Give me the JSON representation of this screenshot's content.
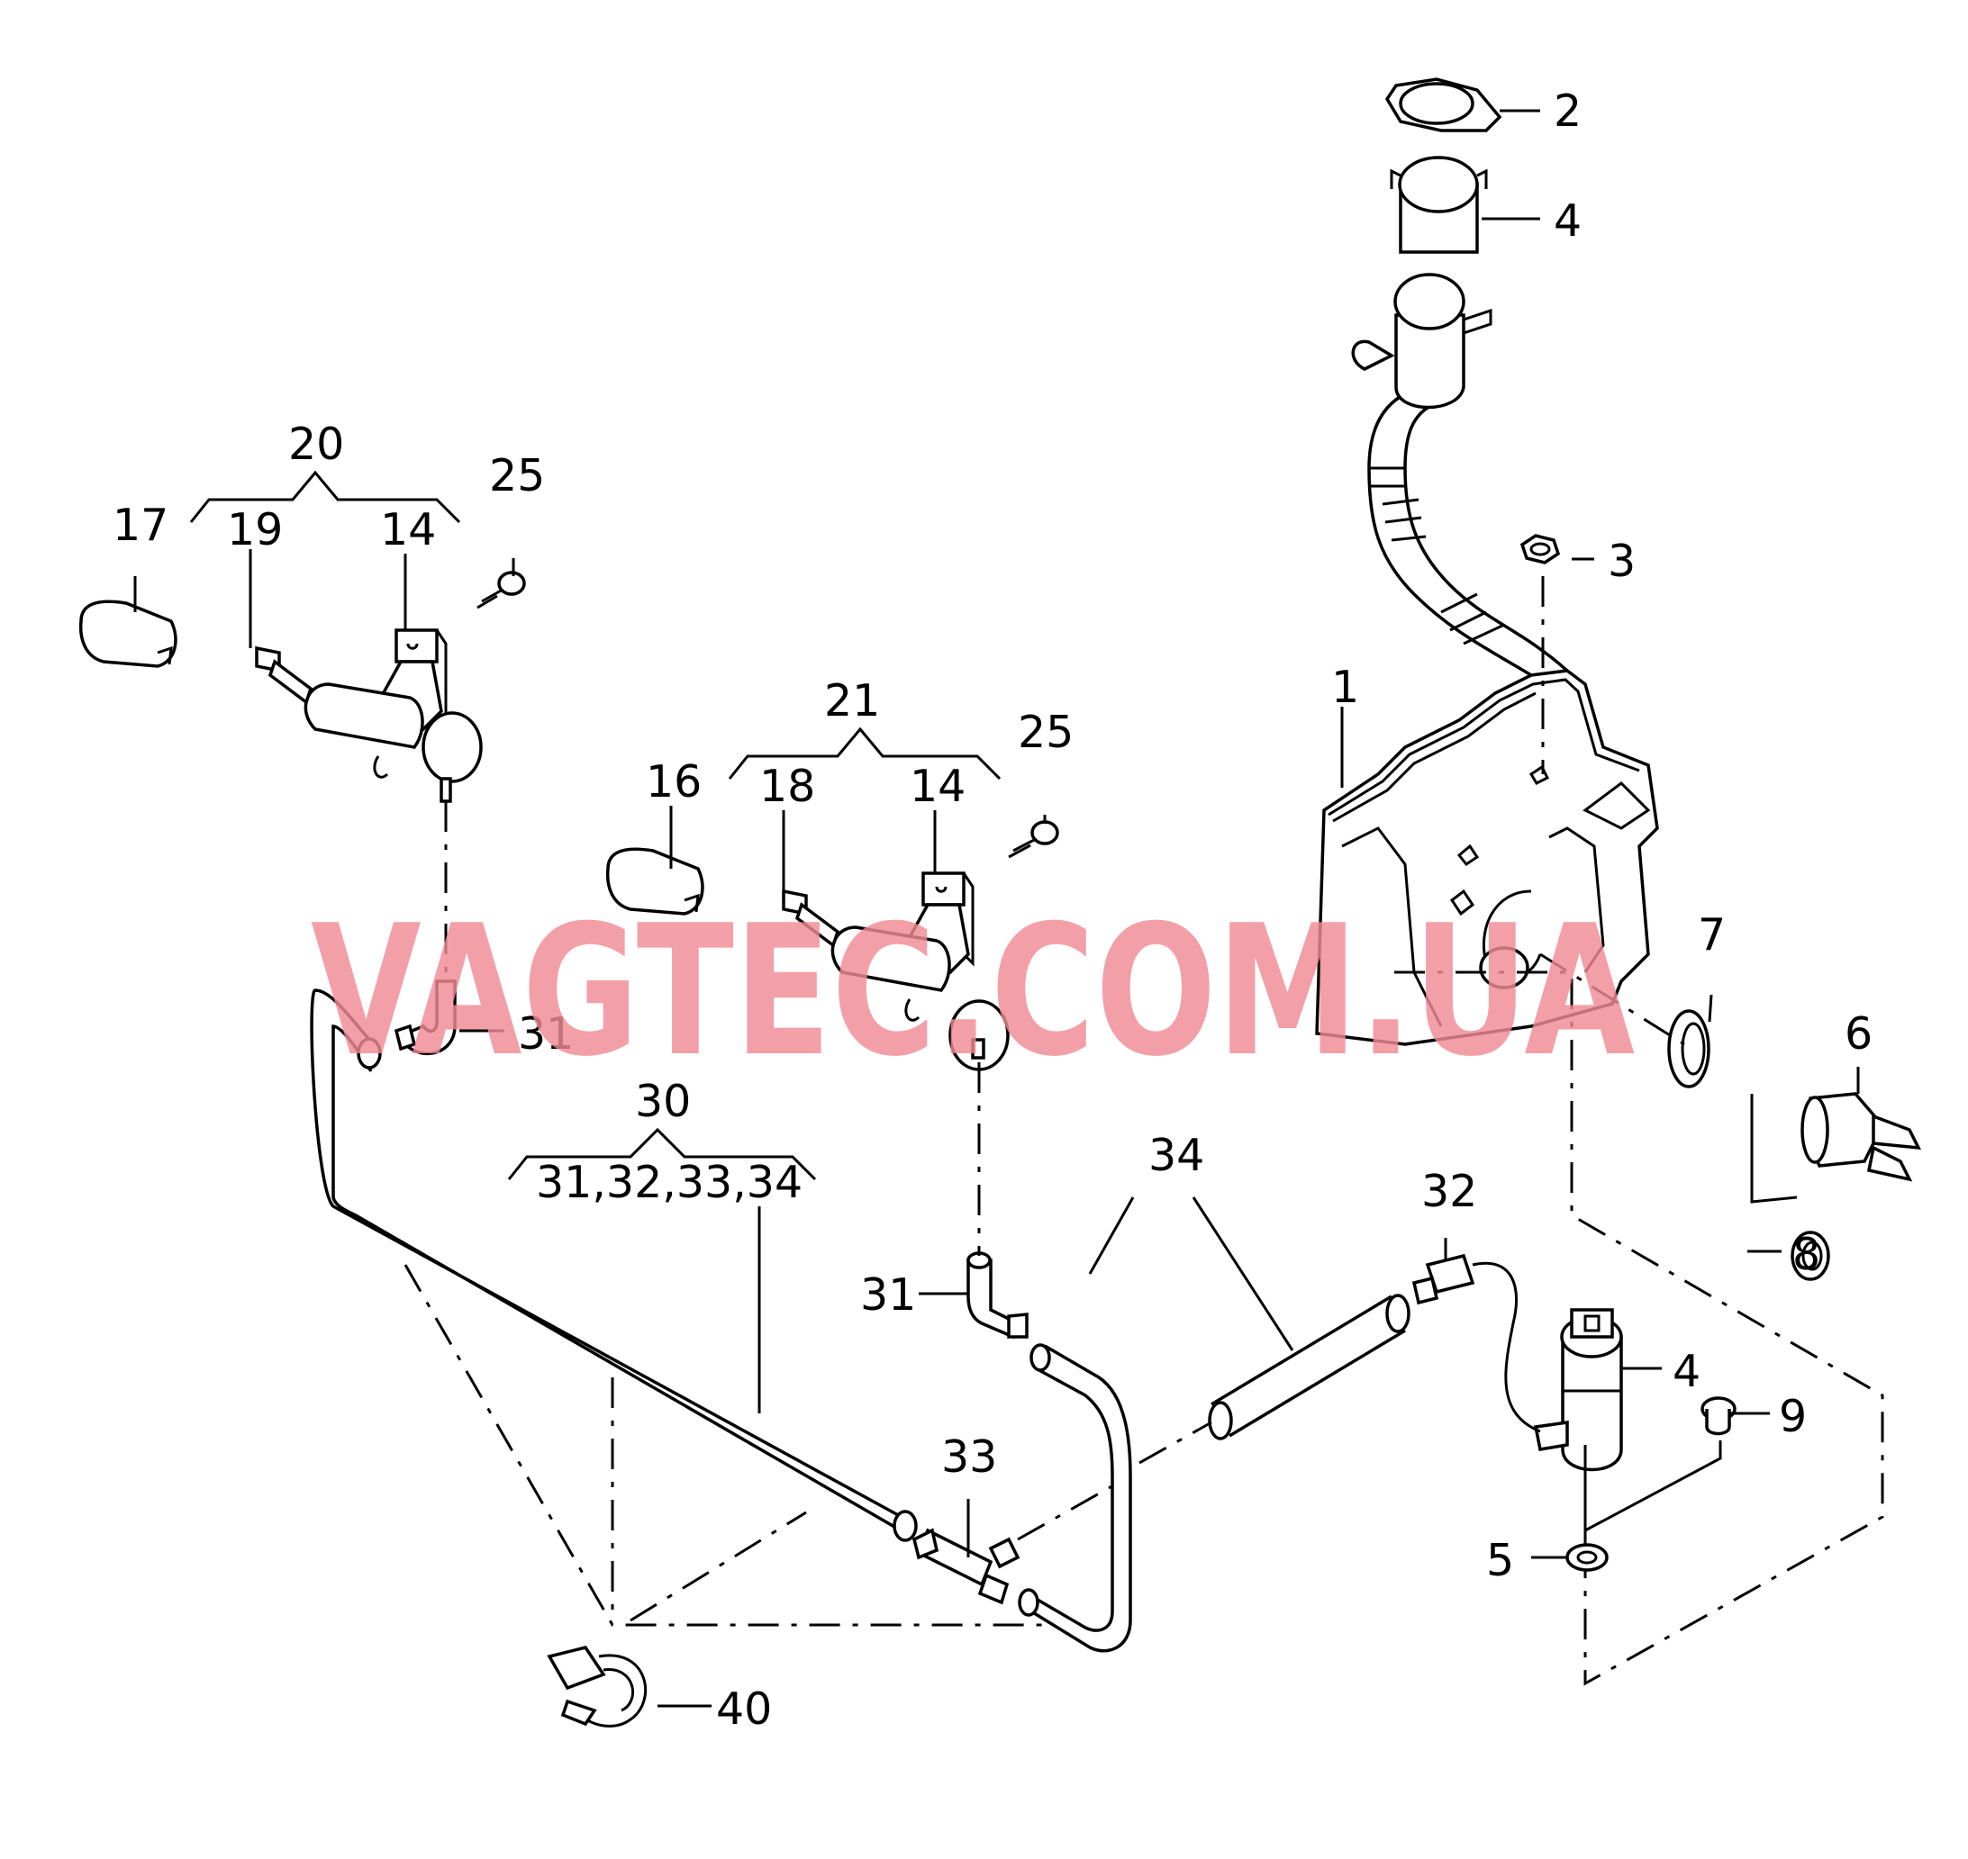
{
  "watermark": "VAGTEC.COM.UA",
  "colors": {
    "watermark": "#f08a94",
    "line": "#000000",
    "background": "#ffffff"
  },
  "labels": {
    "l1": "1",
    "l2": "2",
    "l3": "3",
    "l4a": "4",
    "l4b": "4",
    "l5": "5",
    "l6": "6",
    "l7": "7",
    "l8": "8",
    "l9": "9",
    "l14a": "14",
    "l14b": "14",
    "l16": "16",
    "l17": "17",
    "l18": "18",
    "l19": "19",
    "l20": "20",
    "l21": "21",
    "l25a": "25",
    "l25b": "25",
    "l30": "30",
    "l30sub": "31,32,33,34",
    "l31a": "31",
    "l31b": "31",
    "l32": "32",
    "l33": "33",
    "l34": "34",
    "l40": "40"
  }
}
